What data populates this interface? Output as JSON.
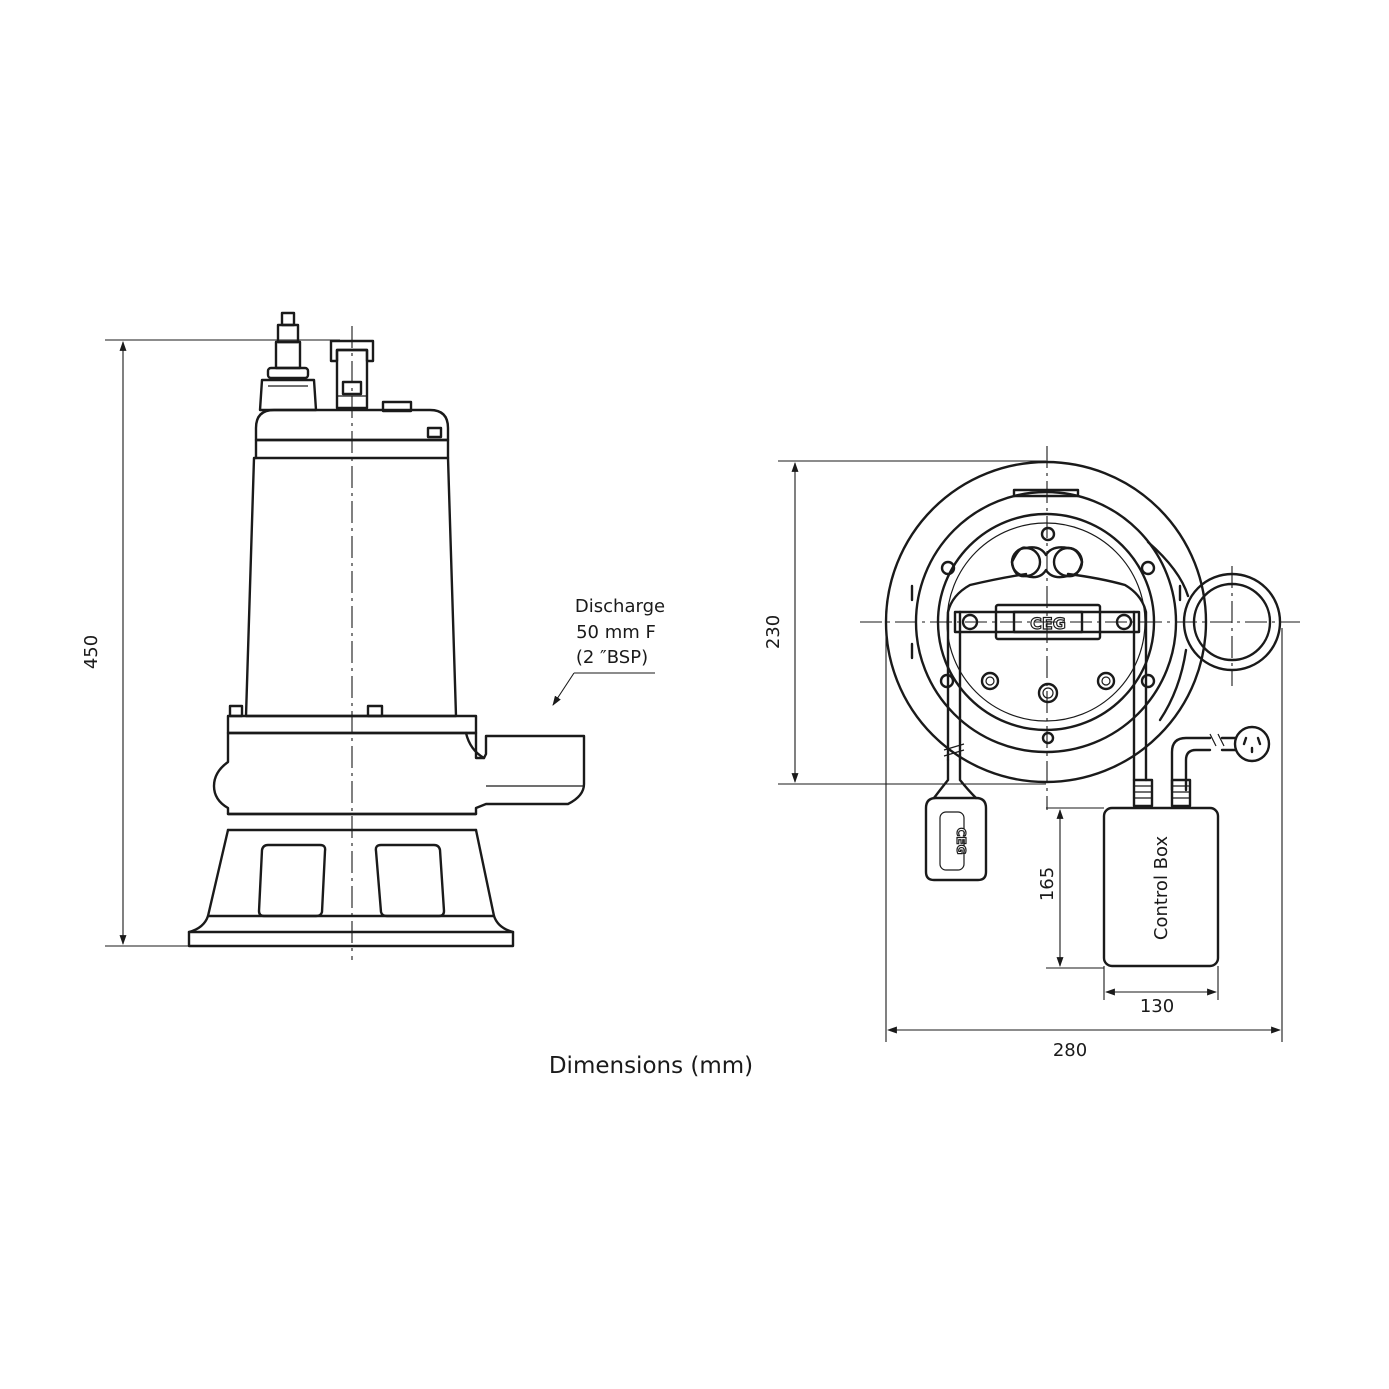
{
  "caption": "Dimensions (mm)",
  "dimensions": {
    "height": "450",
    "pump_diameter": "230",
    "overall_width": "280",
    "control_box_height": "165",
    "control_box_width": "130"
  },
  "discharge_note": {
    "line1": "Discharge",
    "line2": "50 mm F",
    "line3": "(2 ″BSP)"
  },
  "control_box_label": "Control Box",
  "brand": "CEG"
}
